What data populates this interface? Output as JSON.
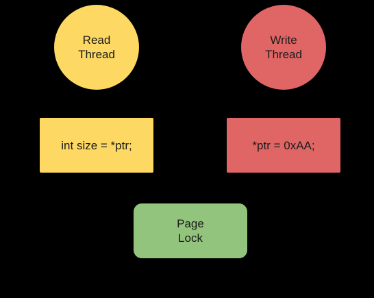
{
  "colors": {
    "background": "#000000",
    "read": "#fdd863",
    "write": "#e06666",
    "lock": "#93c47d",
    "text": "#1a1a1a"
  },
  "nodes": {
    "read_thread": {
      "lines": [
        "Read",
        "Thread"
      ]
    },
    "write_thread": {
      "lines": [
        "Write",
        "Thread"
      ]
    },
    "read_code": {
      "text": "int size = *ptr;"
    },
    "write_code": {
      "text": "*ptr = 0xAA;"
    },
    "page_lock": {
      "lines": [
        "Page",
        "Lock"
      ]
    }
  }
}
